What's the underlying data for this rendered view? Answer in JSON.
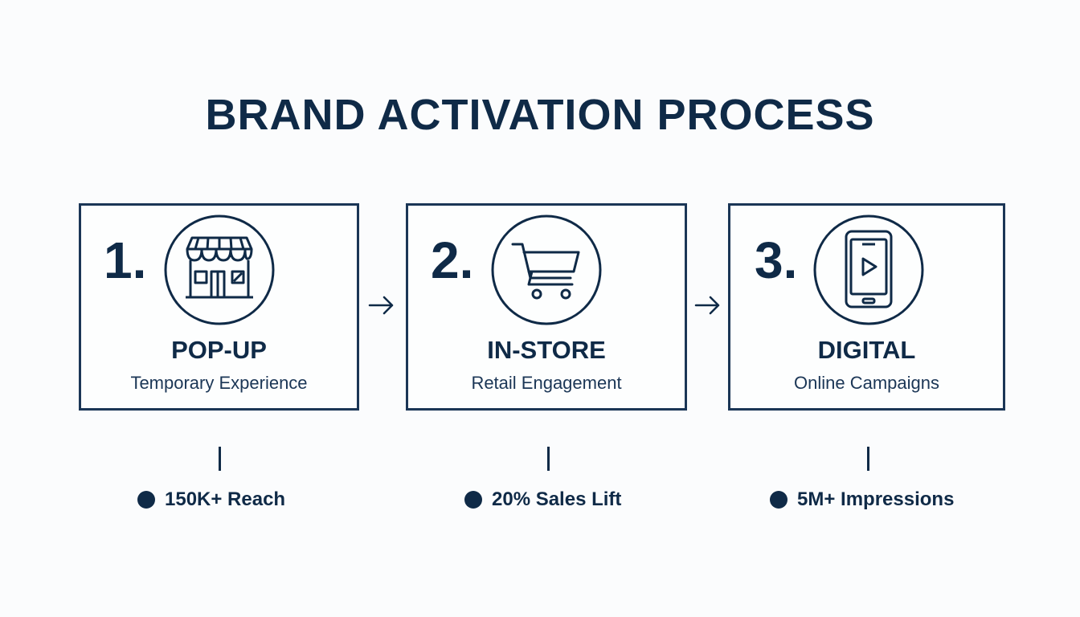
{
  "title": "BRAND ACTIVATION PROCESS",
  "colors": {
    "primary": "#0f2a47",
    "border": "#1b3656",
    "background": "#fbfcfd"
  },
  "steps": [
    {
      "number": "1.",
      "icon": "storefront-icon",
      "title": "POP-UP",
      "subtitle": "Temporary Experience",
      "metric": "150K+ Reach"
    },
    {
      "number": "2.",
      "icon": "shopping-cart-icon",
      "title": "IN-STORE",
      "subtitle": "Retail Engagement",
      "metric": "20% Sales Lift"
    },
    {
      "number": "3.",
      "icon": "smartphone-play-icon",
      "title": "DIGITAL",
      "subtitle": "Online Campaigns",
      "metric": "5M+ Impressions"
    }
  ]
}
